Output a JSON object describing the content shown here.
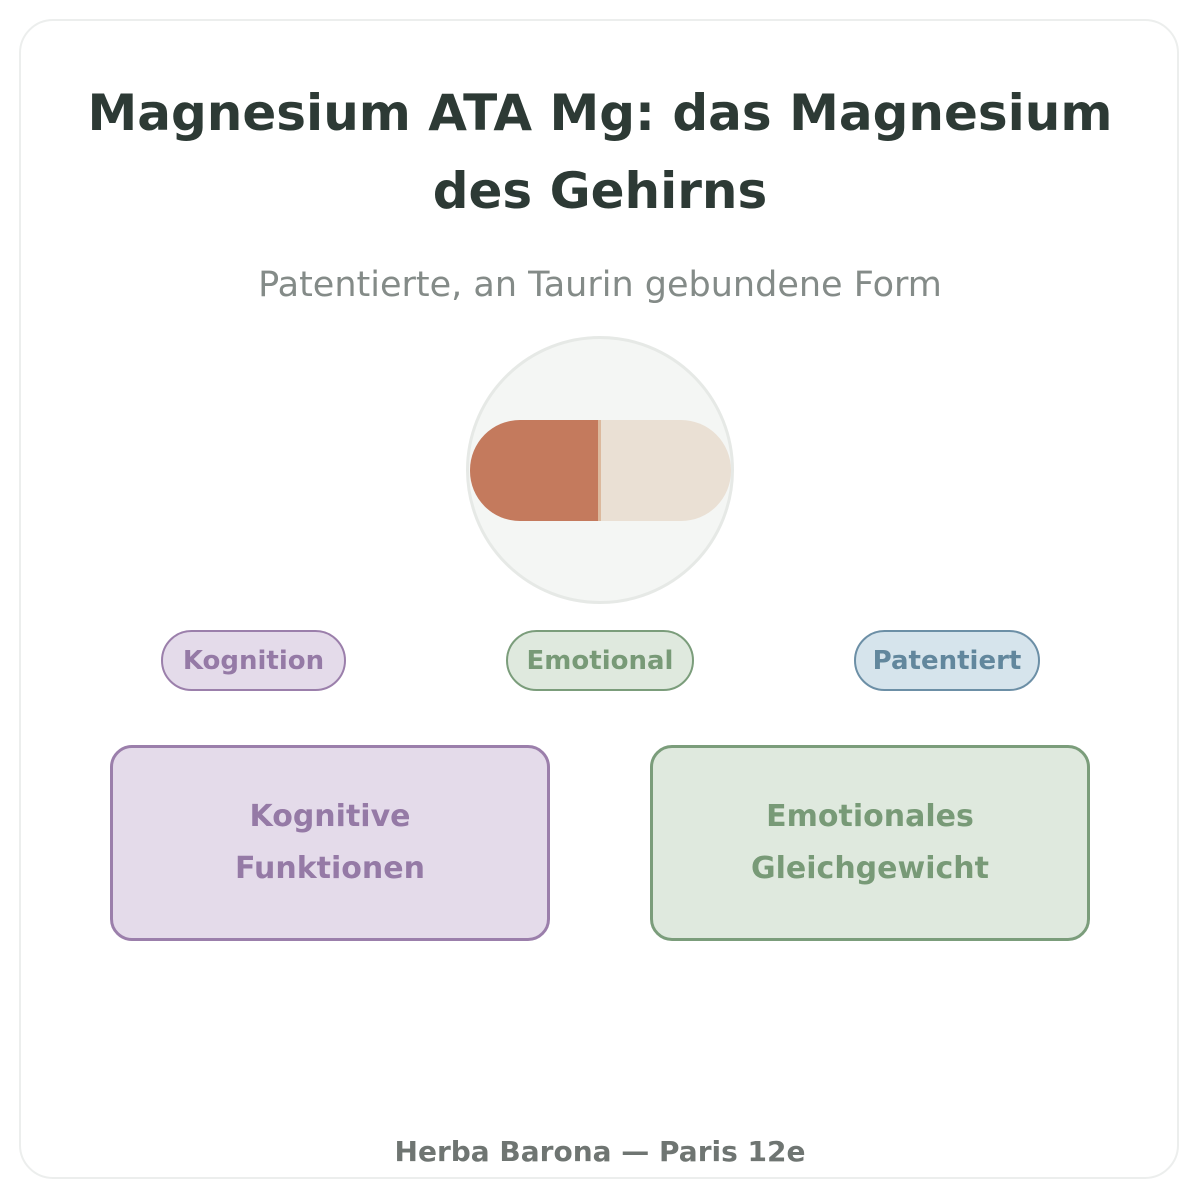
{
  "header": {
    "title": "Magnesium ATA Mg: das Magnesium des Gehirns",
    "subtitle": "Patentierte, an Taurin gebundene Form"
  },
  "illustration": {
    "icon": "capsule-icon",
    "colors": {
      "capsule_left": "#c47a5d",
      "capsule_right": "#eae0d4",
      "circle_background": "#f4f6f4"
    }
  },
  "tags": [
    {
      "label": "Kognition",
      "color": "#957aa6"
    },
    {
      "label": "Emotional",
      "color": "#789a77"
    },
    {
      "label": "Patentiert",
      "color": "#62879d"
    }
  ],
  "benefits": [
    {
      "label": "Kognitive Funktionen",
      "color": "#957aa6"
    },
    {
      "label": "Emotionales Gleichgewicht",
      "color": "#789a77"
    }
  ],
  "footer": {
    "text": "Herba Barona — Paris 12e"
  }
}
